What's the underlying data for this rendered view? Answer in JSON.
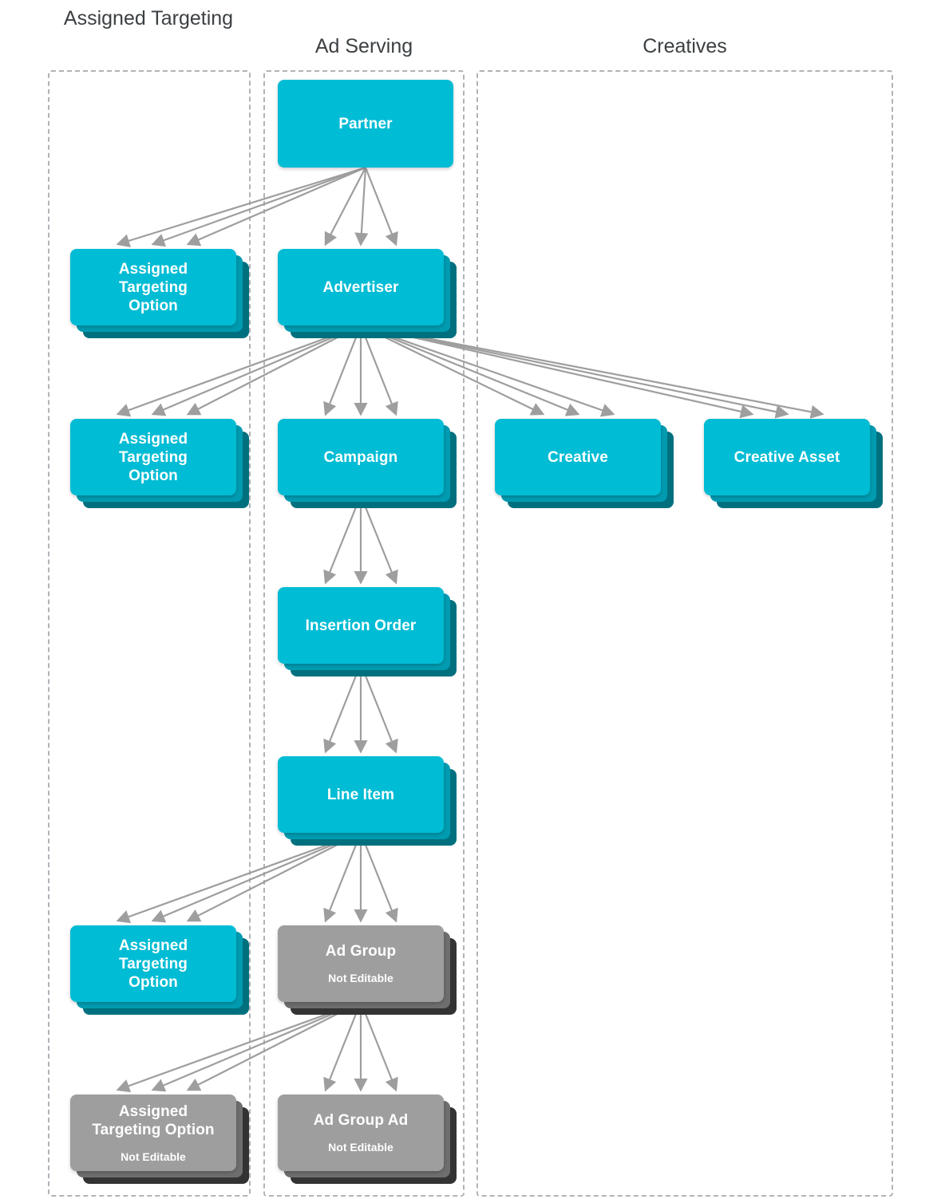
{
  "diagram": {
    "type": "hierarchy-entity-relationship",
    "background_color": "#ffffff",
    "colors": {
      "editable_front": "#00bcd4",
      "editable_mid": "#009bb0",
      "editable_back": "#00707f",
      "not_editable_front": "#9e9e9e",
      "not_editable_mid": "#6e6e6e",
      "not_editable_back": "#333333",
      "arrow": "#9e9e9e",
      "lane_border": "#b0b3b8",
      "header_text": "#3c4043",
      "node_text": "#ffffff"
    }
  },
  "columns": [
    {
      "id": "assigned-targeting",
      "label": "Assigned\nTargeting"
    },
    {
      "id": "ad-serving",
      "label": "Ad Serving"
    },
    {
      "id": "creatives",
      "label": "Creatives"
    }
  ],
  "nodes": [
    {
      "id": "partner",
      "column": "ad-serving",
      "title": "Partner",
      "subtitle": "",
      "editable": true,
      "stacked": false
    },
    {
      "id": "assigned-targeting-option-partner",
      "column": "assigned-targeting",
      "title": "Assigned\nTargeting\nOption",
      "subtitle": "",
      "editable": true,
      "stacked": true
    },
    {
      "id": "advertiser",
      "column": "ad-serving",
      "title": "Advertiser",
      "subtitle": "",
      "editable": true,
      "stacked": true
    },
    {
      "id": "assigned-targeting-option-advertiser",
      "column": "assigned-targeting",
      "title": "Assigned\nTargeting\nOption",
      "subtitle": "",
      "editable": true,
      "stacked": true
    },
    {
      "id": "campaign",
      "column": "ad-serving",
      "title": "Campaign",
      "subtitle": "",
      "editable": true,
      "stacked": true
    },
    {
      "id": "creative",
      "column": "creatives",
      "title": "Creative",
      "subtitle": "",
      "editable": true,
      "stacked": true
    },
    {
      "id": "creative-asset",
      "column": "creatives",
      "title": "Creative Asset",
      "subtitle": "",
      "editable": true,
      "stacked": true
    },
    {
      "id": "insertion-order",
      "column": "ad-serving",
      "title": "Insertion Order",
      "subtitle": "",
      "editable": true,
      "stacked": true
    },
    {
      "id": "line-item",
      "column": "ad-serving",
      "title": "Line Item",
      "subtitle": "",
      "editable": true,
      "stacked": true
    },
    {
      "id": "assigned-targeting-option-line-item",
      "column": "assigned-targeting",
      "title": "Assigned\nTargeting\nOption",
      "subtitle": "",
      "editable": true,
      "stacked": true
    },
    {
      "id": "ad-group",
      "column": "ad-serving",
      "title": "Ad Group",
      "subtitle": "Not Editable",
      "editable": false,
      "stacked": true
    },
    {
      "id": "assigned-targeting-option-ad-group",
      "column": "assigned-targeting",
      "title": "Assigned\nTargeting Option",
      "subtitle": "Not Editable",
      "editable": false,
      "stacked": true
    },
    {
      "id": "ad-group-ad",
      "column": "ad-serving",
      "title": "Ad Group Ad",
      "subtitle": "Not Editable",
      "editable": false,
      "stacked": true
    }
  ],
  "edges": [
    {
      "from": "partner",
      "to": "assigned-targeting-option-partner",
      "multiplicity": 3
    },
    {
      "from": "partner",
      "to": "advertiser",
      "multiplicity": 3
    },
    {
      "from": "advertiser",
      "to": "assigned-targeting-option-advertiser",
      "multiplicity": 3
    },
    {
      "from": "advertiser",
      "to": "campaign",
      "multiplicity": 3
    },
    {
      "from": "advertiser",
      "to": "creative",
      "multiplicity": 3
    },
    {
      "from": "advertiser",
      "to": "creative-asset",
      "multiplicity": 3
    },
    {
      "from": "campaign",
      "to": "insertion-order",
      "multiplicity": 3
    },
    {
      "from": "insertion-order",
      "to": "line-item",
      "multiplicity": 3
    },
    {
      "from": "line-item",
      "to": "assigned-targeting-option-line-item",
      "multiplicity": 3
    },
    {
      "from": "line-item",
      "to": "ad-group",
      "multiplicity": 3
    },
    {
      "from": "ad-group",
      "to": "assigned-targeting-option-ad-group",
      "multiplicity": 3
    },
    {
      "from": "ad-group",
      "to": "ad-group-ad",
      "multiplicity": 3
    }
  ],
  "legend": {
    "not_editable_label": "Not Editable"
  }
}
